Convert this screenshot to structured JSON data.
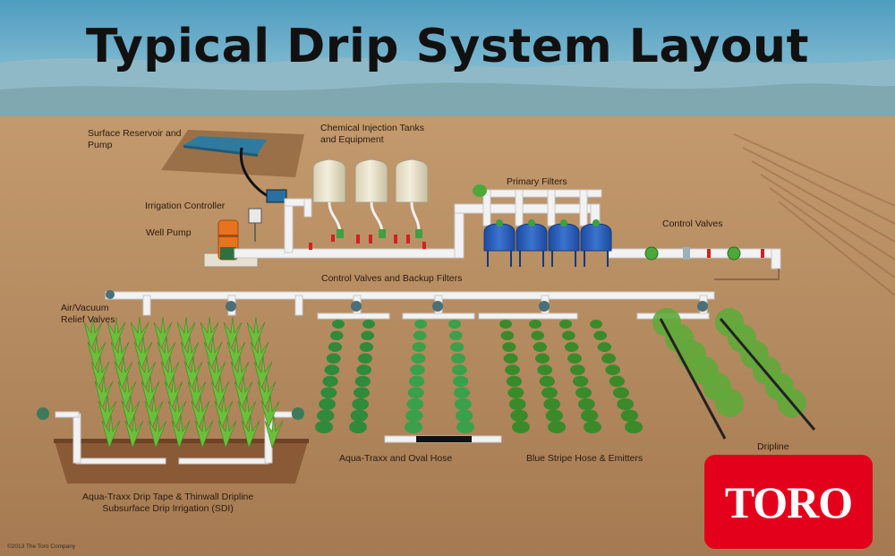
{
  "title": "Typical Drip System Layout",
  "labels": {
    "surface_reservoir": "Surface Reservoir and\nPump",
    "chemical_injection": "Chemical Injection Tanks\nand Equipment",
    "irrigation_controller": "Irrigation Controller",
    "well_pump": "Well Pump",
    "primary_filters": "Primary Filters",
    "control_valves": "Control Valves",
    "control_valves_backup": "Control Valves and Backup Filters",
    "air_vacuum": "Air/Vacuum\nRelief Valves",
    "aqua_traxx_oval": "Aqua-Traxx and Oval Hose",
    "blue_stripe": "Blue Stripe Hose & Emitters",
    "dripline": "Dripline",
    "sdi": "Aqua-Traxx Drip Tape & Thinwall Dripline\nSubsurface Drip Irrigation (SDI)"
  },
  "logo": {
    "text": "TORO",
    "mark": "®"
  },
  "copyright": "©2013 The Toro Company",
  "colors": {
    "sky": "#5fa8c8",
    "mountain": "#8fb8c4",
    "ground": "#b88d62",
    "pipe": "#f2f2f2",
    "filter_blue": "#2b5fb8",
    "tank": "#e8e0c8",
    "plant_green": "#5fae3a",
    "valve_red": "#d42020",
    "valve_green": "#4ca83a",
    "brand_red": "#e3001b"
  }
}
